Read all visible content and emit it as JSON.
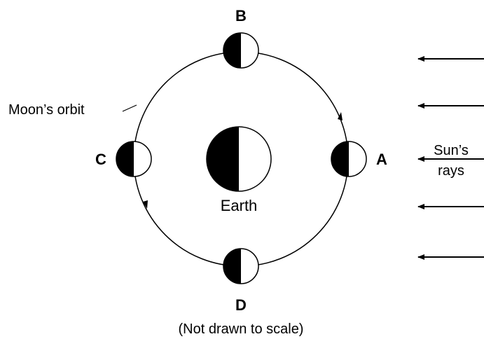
{
  "diagram": {
    "positions": {
      "a": "A",
      "b": "B",
      "c": "C",
      "d": "D"
    },
    "earth_label": "Earth",
    "orbit_label": "Moon’s orbit",
    "sun_label_line1": "Sun’s",
    "sun_label_line2": "rays",
    "footnote": "(Not drawn to scale)",
    "colors": {
      "ink": "#000000",
      "lit": "#ffffff"
    }
  }
}
